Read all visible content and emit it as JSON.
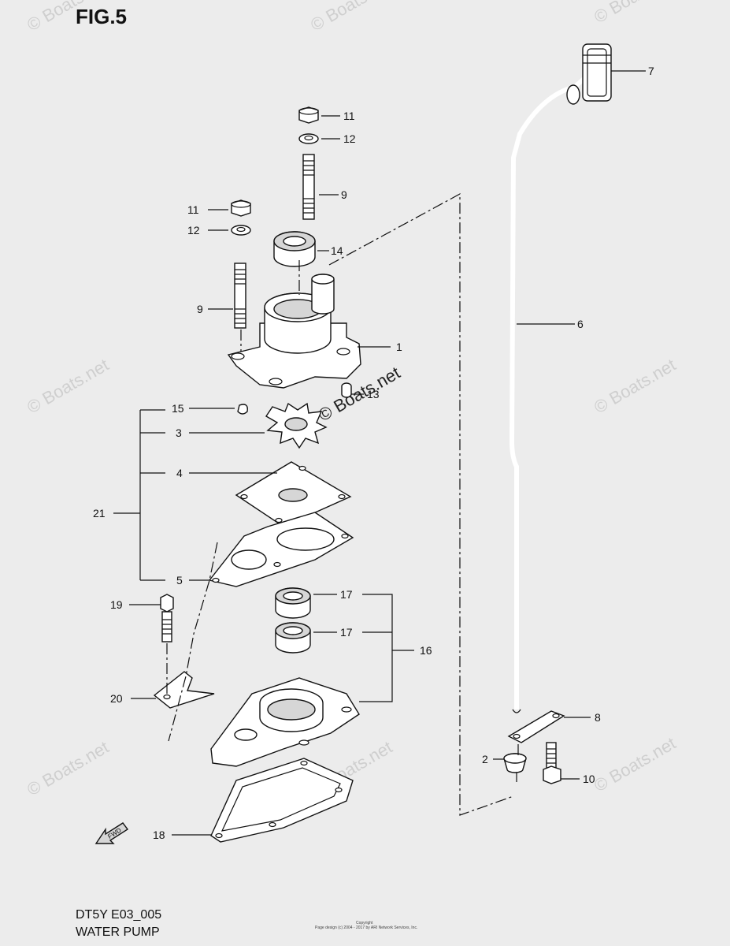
{
  "figure": {
    "title": "FIG.5",
    "code": "DT5Y E03_005",
    "name": "WATER PUMP"
  },
  "watermarks": {
    "small": "© Boats.net",
    "center": "© Boats.net"
  },
  "copyright": {
    "line1": "Copyright",
    "line2": "Page design (c) 2004 - 2017 by ARI Network Services, Inc."
  },
  "fwd_label": "FWD",
  "callouts": {
    "c1": "1",
    "c2": "2",
    "c3": "3",
    "c4": "4",
    "c5": "5",
    "c6": "6",
    "c7": "7",
    "c8": "8",
    "c9a": "9",
    "c9b": "9",
    "c10": "10",
    "c11a": "11",
    "c11b": "11",
    "c12a": "12",
    "c12b": "12",
    "c13": "13",
    "c14": "14",
    "c15": "15",
    "c16": "16",
    "c17a": "17",
    "c17b": "17",
    "c18": "18",
    "c19": "19",
    "c20": "20",
    "c21": "21"
  }
}
